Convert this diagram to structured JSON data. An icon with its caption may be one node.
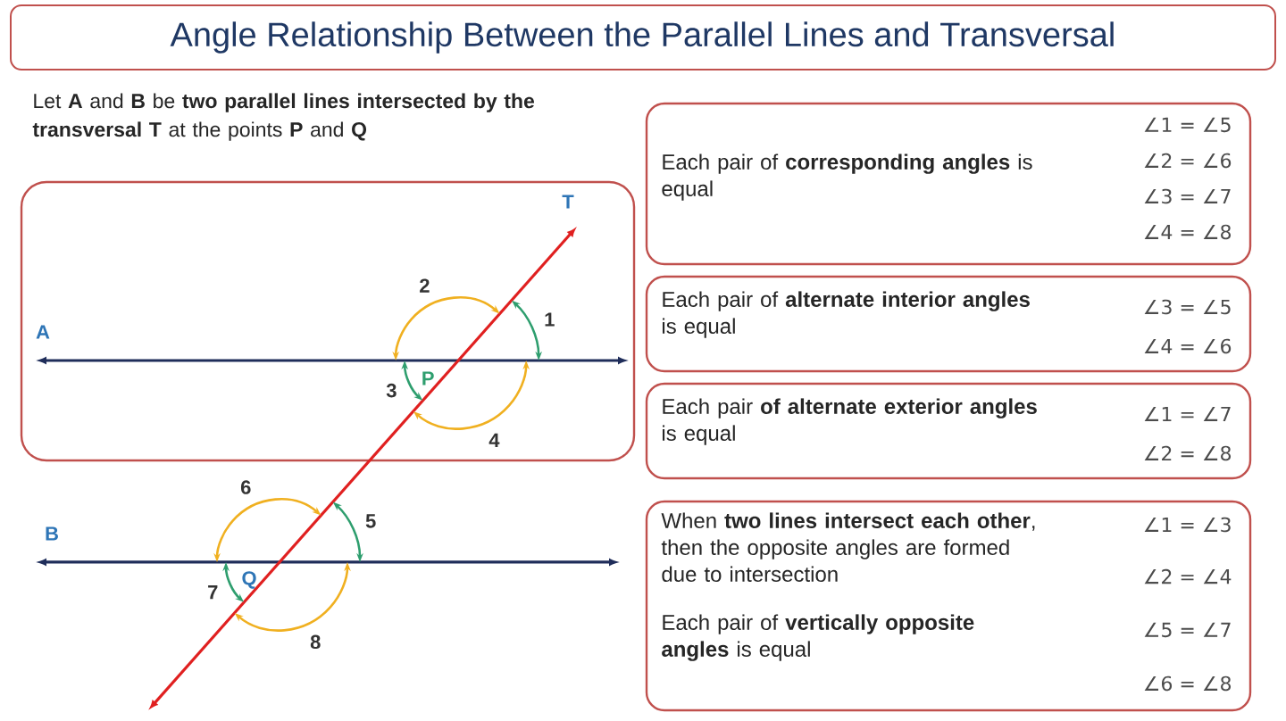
{
  "diagram": {
    "title": "Angle Relationship Between the Parallel Lines and Transversal",
    "nodes": [
      {
        "text": [],
        "shape": "box"
      },
      {
        "text": [
          "Each pair of **corresponding angles** is equal",
          "∠1 = ∠5",
          "∠2 = ∠6",
          "∠3 = ∠7",
          "∠4 = ∠8"
        ]
      },
      {
        "text": [
          "Each pair of **alternate interior angles** is equal",
          "∠3 = ∠5",
          "∠4 = ∠6"
        ]
      },
      {
        "text": [
          "Each pair **of alternate exterior angles** is equal",
          "∠1 = ∠7",
          "∠2 = ∠8"
        ]
      },
      {
        "text": [
          "When **two lines intersect each other**, then the opposite angles are formed due to intersection",
          "Each pair of **vertically opposite angles** is equal",
          "∠1 = ∠3",
          "∠2 = ∠4",
          "∠5 = ∠7",
          "∠6 = ∠8"
        ]
      }
    ],
    "labels": [
      "Let **A** and **B** be **two parallel lines intersected by the transversal T** at the points **P** and **Q**",
      "T",
      "2",
      "1",
      "A",
      "P",
      "3",
      "4",
      "6",
      "5",
      "B",
      "Q",
      "7",
      "8"
    ]
  }
}
